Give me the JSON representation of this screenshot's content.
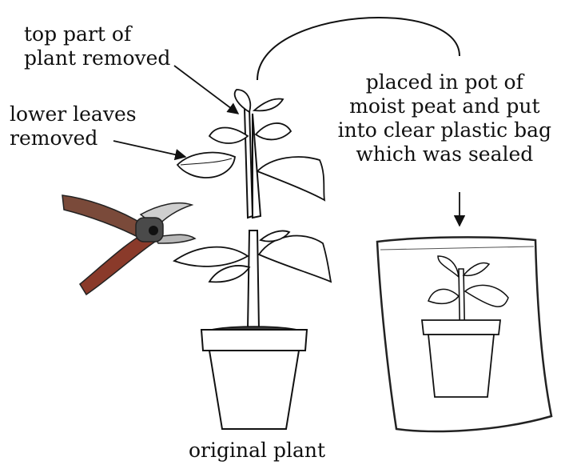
{
  "labels": {
    "top_part": [
      "top part of",
      "plant removed"
    ],
    "lower_leaves": [
      "lower leaves",
      "removed"
    ],
    "bag_process": [
      "placed in pot of",
      "moist peat and put",
      "into clear plastic bag",
      "which was sealed"
    ],
    "original_plant": "original plant"
  },
  "colors": {
    "ink": "#111111",
    "leaf_fill": "#ffffff",
    "soil": "#3a3a3a",
    "bag_edge": "#222222",
    "pruner_handle": "#8a3a2a"
  },
  "icons": {
    "pruner": "pruning-shears-icon",
    "plant": "potted-plant-icon",
    "bag": "sealed-bag-icon"
  }
}
